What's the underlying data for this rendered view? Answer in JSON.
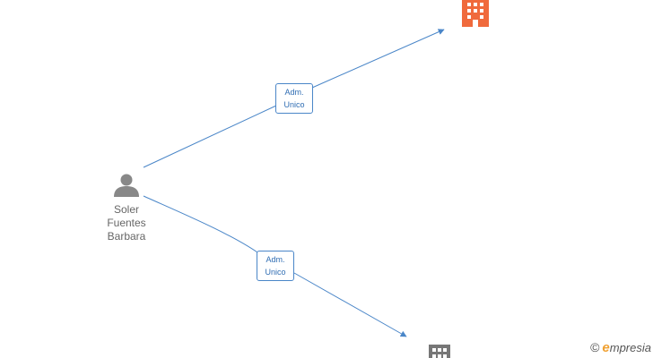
{
  "person": {
    "name_lines": [
      "Soler",
      "Fuentes",
      "Barbara"
    ],
    "icon": "person-icon",
    "color": "#888888"
  },
  "companies": [
    {
      "icon": "building-icon",
      "color": "#f06a3c"
    },
    {
      "icon": "building-icon",
      "color": "#777777"
    }
  ],
  "edges": [
    {
      "from": "person",
      "to": "company-1",
      "label_lines": [
        "Adm.",
        "Unico"
      ]
    },
    {
      "from": "person",
      "to": "company-2",
      "label_lines": [
        "Adm.",
        "Unico"
      ]
    }
  ],
  "edge_color": "#4a86c8",
  "watermark": {
    "copyright": "©",
    "brand_initial": "e",
    "brand_rest": "mpresia"
  }
}
